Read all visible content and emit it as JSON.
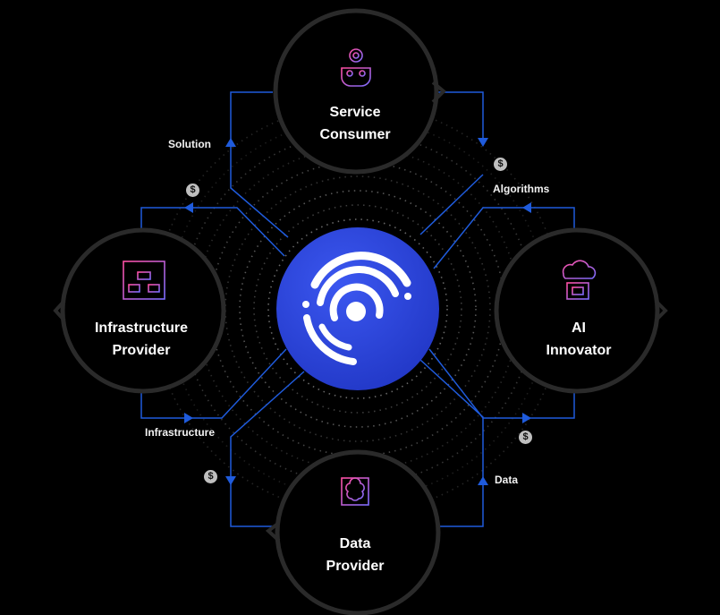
{
  "nodes": {
    "service_consumer": {
      "line1": "Service",
      "line2": "Consumer",
      "icon": "robot-gear-icon"
    },
    "infrastructure_provider": {
      "line1": "Infrastructure",
      "line2": "Provider",
      "icon": "flowchart-icon"
    },
    "ai_innovator": {
      "line1": "AI",
      "line2": "Innovator",
      "icon": "cloud-chip-icon"
    },
    "data_provider": {
      "line1": "Data",
      "line2": "Provider",
      "icon": "brain-chip-icon"
    }
  },
  "center": {
    "icon": "platform-logo-icon",
    "color": "#2f47d8"
  },
  "flows": {
    "solution": "Solution",
    "algorithms": "Algorithms",
    "infrastructure": "Infrastructure",
    "data": "Data"
  },
  "payment_symbol": "$",
  "colors": {
    "background": "#000000",
    "connector": "#1f5bdc",
    "ring": "#2a2a2a",
    "icon_gradient_start": "#ff4fa3",
    "icon_gradient_end": "#7b6cff"
  }
}
